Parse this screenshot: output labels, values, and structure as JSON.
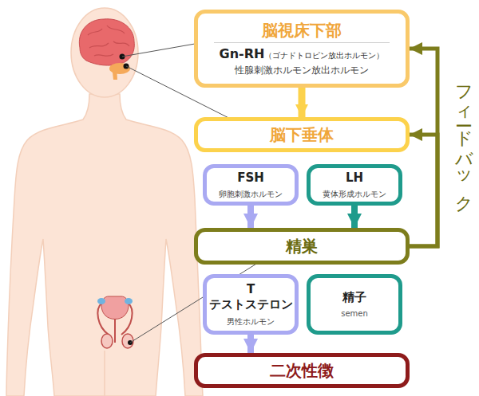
{
  "diagram": {
    "nodes": [
      {
        "text": [
          "脳視床下部",
          "Gn-RH",
          "（ゴナドトロピン放出ホルモン）",
          "性腺刺激ホルモン放出ホルモン"
        ]
      },
      {
        "text": [
          "脳下垂体"
        ]
      },
      {
        "text": [
          "FSH",
          "卵胞刺激ホルモン"
        ]
      },
      {
        "text": [
          "LH",
          "黄体形成ホルモン"
        ]
      },
      {
        "text": [
          "精巣"
        ]
      },
      {
        "text": [
          "T",
          "テストステロン",
          "男性ホルモン"
        ]
      },
      {
        "text": [
          "精子",
          "semen"
        ]
      },
      {
        "text": [
          "二次性徴"
        ]
      }
    ],
    "edges": [
      {
        "from": 0,
        "to": 1,
        "arrow": "to"
      },
      {
        "from": 2,
        "to": 4,
        "arrow": "to"
      },
      {
        "from": 3,
        "to": 4,
        "arrow": "to"
      },
      {
        "from": 5,
        "to": 7,
        "arrow": "to"
      },
      {
        "from": 4,
        "to": 1,
        "arrow": "to"
      },
      {
        "from": 4,
        "to": 0,
        "arrow": "to"
      }
    ],
    "labels": [
      "フィードバック"
    ]
  }
}
